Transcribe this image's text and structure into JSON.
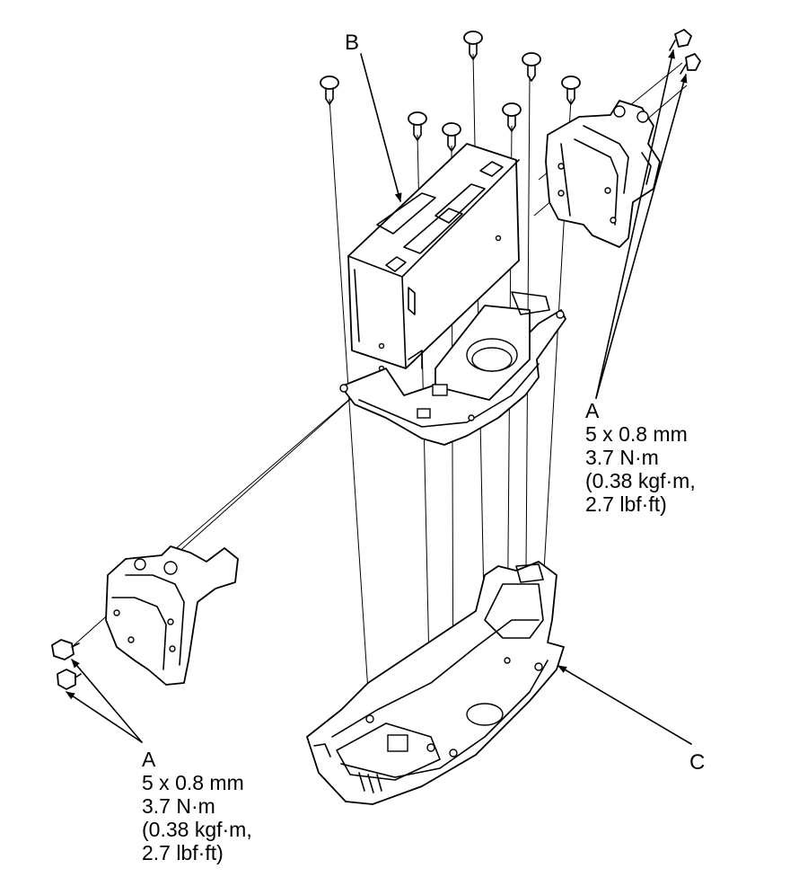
{
  "labels": {
    "b": "B",
    "c": "C"
  },
  "callouts": {
    "right": {
      "letter": "A",
      "size": "5 x 0.8 mm",
      "torque_nm": "3.7 N·m",
      "torque_kgf": "(0.38 kgf·m,",
      "torque_lbf": "2.7 lbf·ft)"
    },
    "left": {
      "letter": "A",
      "size": "5 x 0.8 mm",
      "torque_nm": "3.7 N·m",
      "torque_kgf": "(0.38 kgf·m,",
      "torque_lbf": "2.7 lbf·ft)"
    }
  },
  "colors": {
    "ink": "#000000",
    "paper": "#ffffff"
  }
}
